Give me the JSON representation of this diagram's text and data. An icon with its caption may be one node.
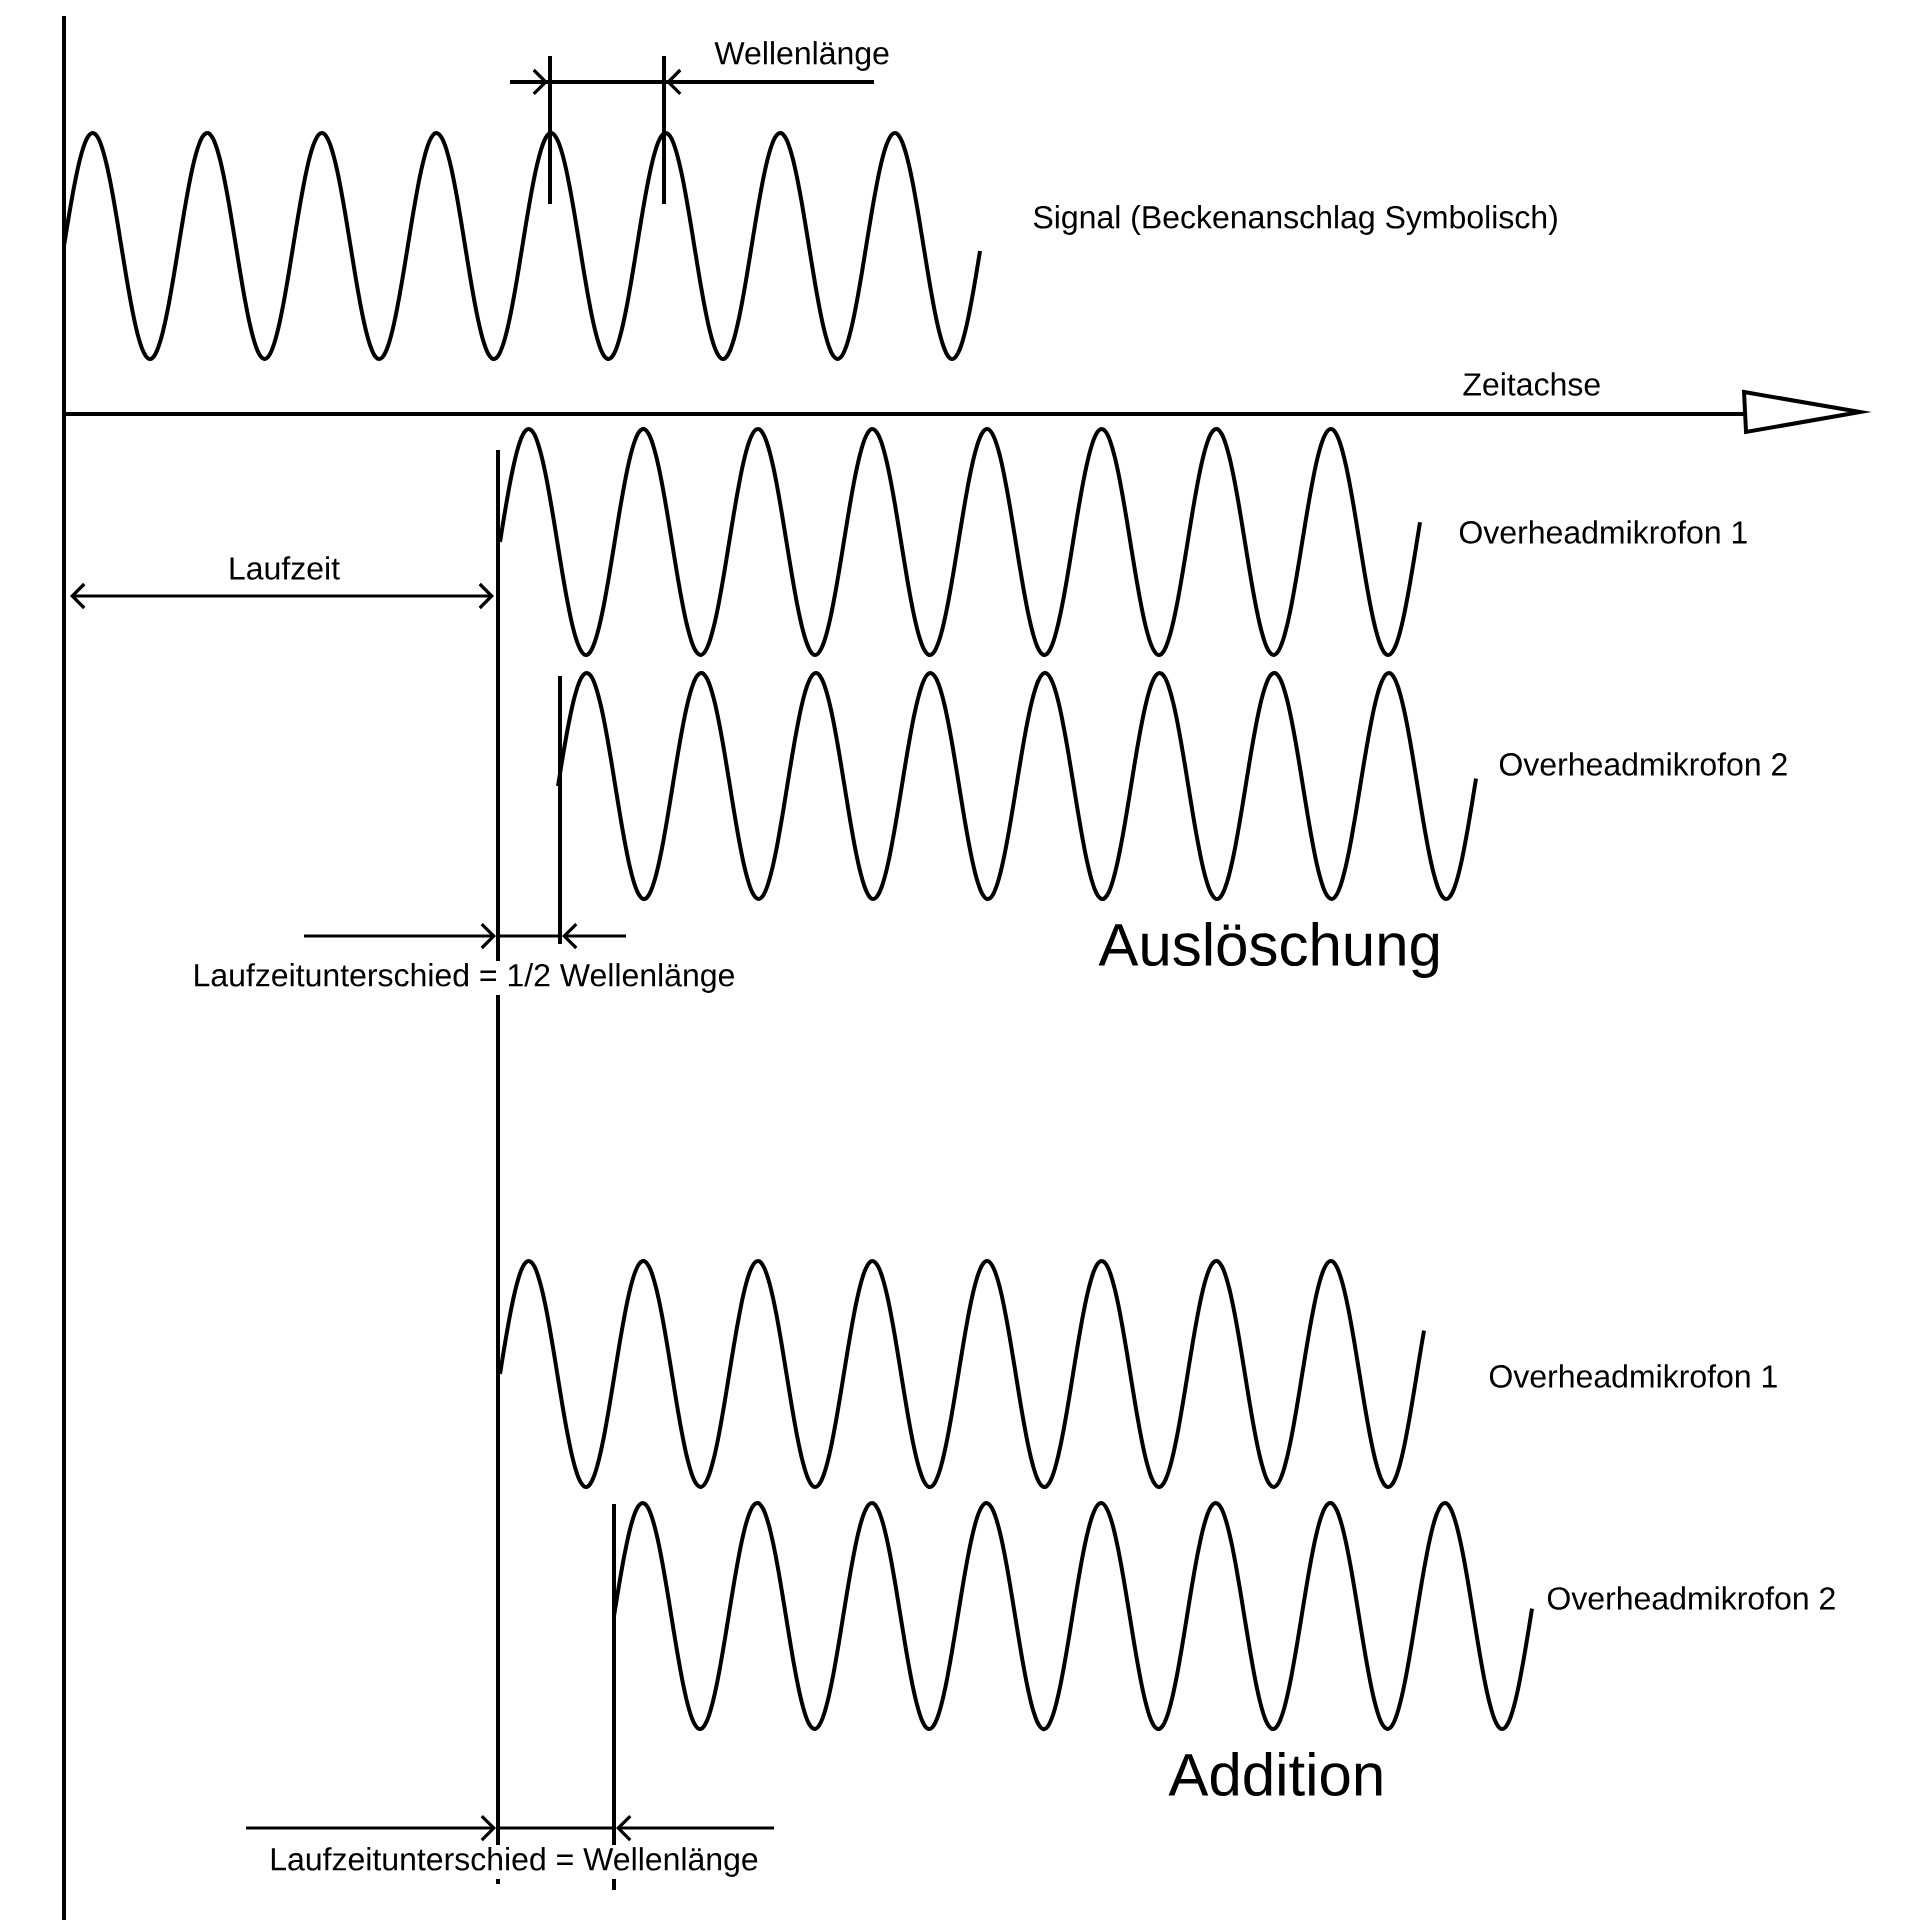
{
  "diagram": {
    "labels": [
      "Wellenlänge",
      "Signal (Beckenanschlag Symbolisch)",
      "Zeitachse",
      "Laufzeit",
      "Overheadmikrofon 1",
      "Overheadmikrofon 2",
      "Laufzeitunterschied = 1/2 Wellenlänge",
      "Auslöschung",
      "Overheadmikrofon 1",
      "Overheadmikrofon 2",
      "Addition",
      "Laufzeitunterschied = Wellenlänge"
    ]
  }
}
